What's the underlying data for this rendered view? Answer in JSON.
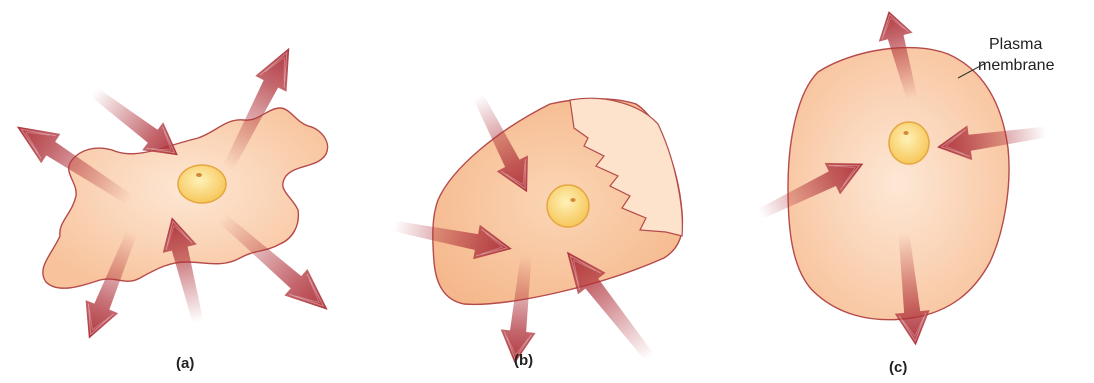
{
  "panels": [
    {
      "id": "a",
      "label": "(a)"
    },
    {
      "id": "b",
      "label": "(b)"
    },
    {
      "id": "c",
      "label": "(c)"
    }
  ],
  "callout": {
    "line1": "Plasma",
    "line2": "membrane"
  },
  "colors": {
    "cell_fill": "#fbd3b2",
    "cell_fill_dark": "#f5b98c",
    "cell_outline": "#b54a4a",
    "nucleus_fill": "#fbd779",
    "nucleus_outline": "#e6a640",
    "arrow": "#b0343c"
  }
}
